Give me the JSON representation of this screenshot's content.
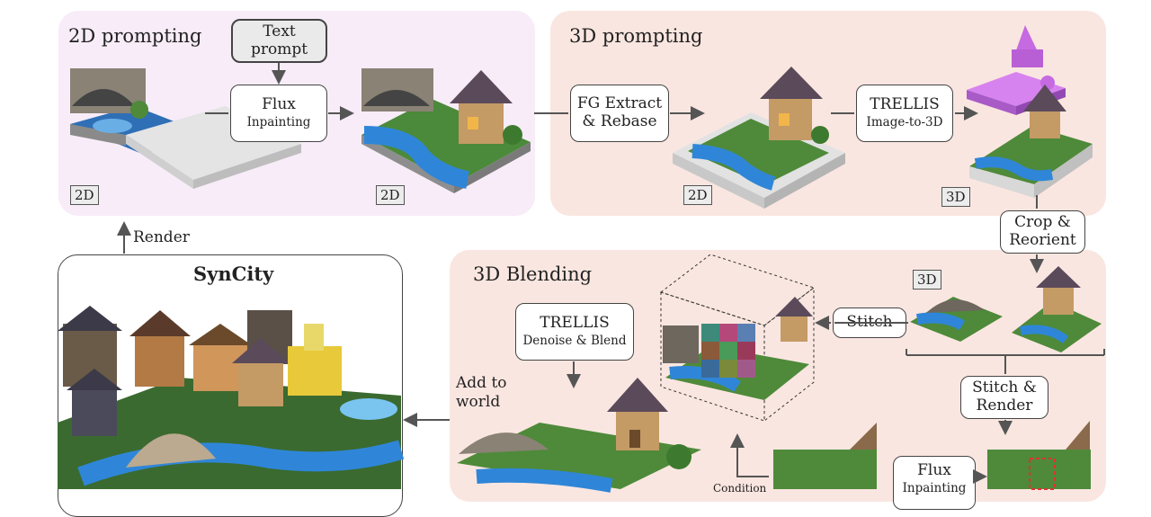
{
  "panels": {
    "prompt2d": "2D prompting",
    "prompt3d": "3D prompting",
    "blend3d": "3D Blending",
    "syncity": "SynCity"
  },
  "boxes": {
    "text_prompt": "Text prompt",
    "flux_inpaint_title": "Flux",
    "flux_inpaint_sub": "Inpainting",
    "fg_extract_line1": "FG Extract",
    "fg_extract_line2": "& Rebase",
    "trellis_i2d_title": "TRELLIS",
    "trellis_i2d_sub": "Image-to-3D",
    "crop_line1": "Crop &",
    "crop_line2": "Reorient",
    "stitch": "Stitch",
    "trellis_denoise_title": "TRELLIS",
    "trellis_denoise_sub": "Denoise & Blend",
    "stitch_render_line1": "Stitch &",
    "stitch_render_line2": "Render",
    "flux_inpaint2_title": "Flux",
    "flux_inpaint2_sub": "Inpainting"
  },
  "tags": {
    "t2d": "2D",
    "t3d": "3D"
  },
  "labels": {
    "render": "Render",
    "add_line1": "Add to",
    "add_line2": "world",
    "condition": "Condition"
  },
  "colors": {
    "panel_2d": "#f7ecf8",
    "panel_3d": "#fae6e0",
    "arrow": "#555555"
  }
}
